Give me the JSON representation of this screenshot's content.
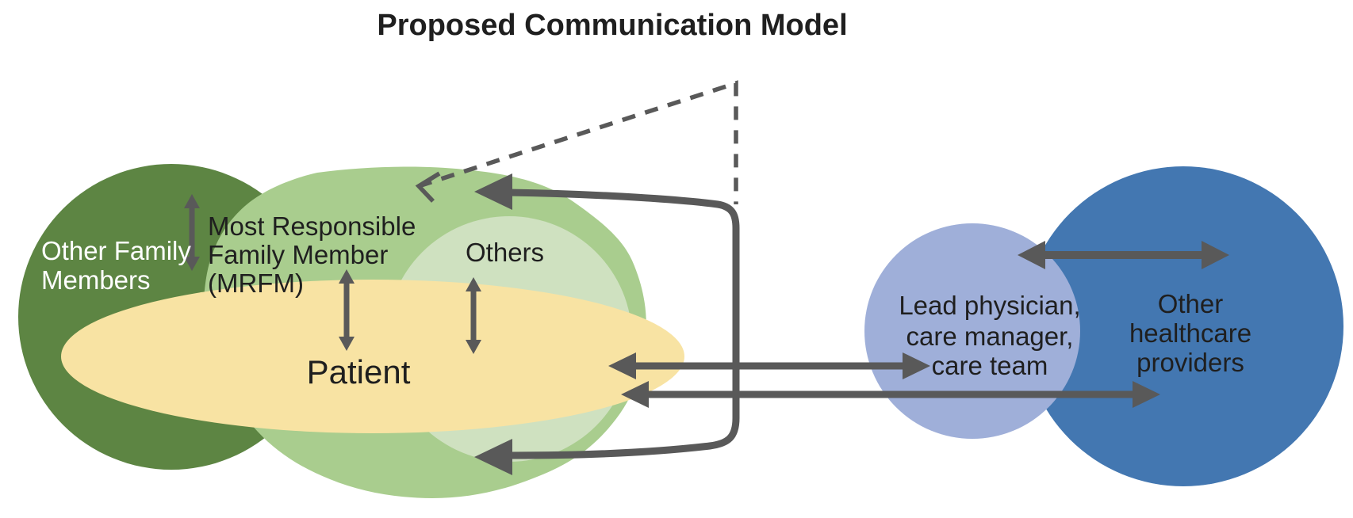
{
  "title": "Proposed Communication Model",
  "colors": {
    "dark_green": "#5d8543",
    "mrfm_green": "#a9cd8e",
    "others_green": "#cfe1c0",
    "patient_yellow": "#f8e3a3",
    "care_team_blue": "#9fafd9",
    "providers_blue": "#4377b1",
    "arrow_gray": "#595959",
    "text_dark": "#1f1f1f",
    "text_light": "#ffffff"
  },
  "nodes": {
    "other_family": {
      "lines": [
        "Other Family",
        "Members"
      ]
    },
    "mrfm": {
      "lines": [
        "Most Responsible",
        "Family Member",
        "(MRFM)"
      ]
    },
    "others": {
      "label": "Others"
    },
    "patient": {
      "label": "Patient"
    },
    "care_team": {
      "lines": [
        "Lead physician,",
        "care manager,",
        "care team"
      ]
    },
    "other_providers": {
      "lines": [
        "Other",
        "healthcare",
        "providers"
      ]
    }
  }
}
